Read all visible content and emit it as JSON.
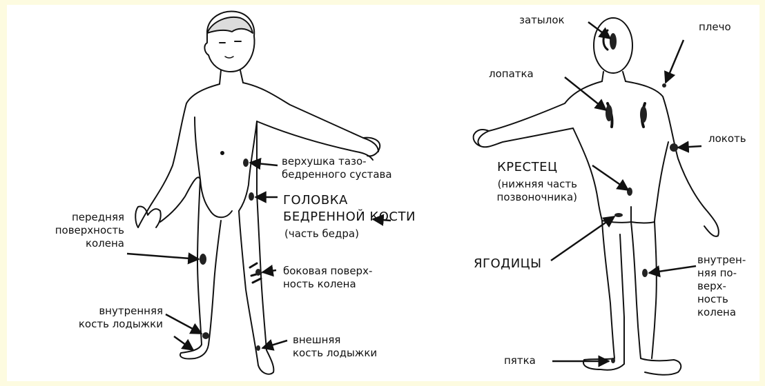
{
  "background_color": "#fdfbe0",
  "front_view": {
    "labels": {
      "hip_joint_top": "верхушка     тазо-\nбедренного сустава",
      "femoral_head_1": "ГОЛОВКА",
      "femoral_head_2": "БЕДРЕННОЙ КОСТИ",
      "femoral_head_note": "(часть бедра)",
      "knee_front": "передняя\nповерхность\nколена",
      "knee_side": "боковая поверх-\nность колена",
      "inner_ankle": "внутренняя\nкость лодыжки",
      "outer_ankle": "внешняя\nкость лодыжки"
    }
  },
  "back_view": {
    "labels": {
      "occiput": "затылок",
      "shoulder": "плечо",
      "shoulder_blade": "лопатка",
      "elbow": "локоть",
      "sacrum_1": "КРЕСТЕЦ",
      "sacrum_2": "(нижняя часть\nпозвоночника)",
      "buttocks": "ЯГОДИЦЫ",
      "knee_inner": "внутрен-\nняя по-\nверх-\nность\nколена",
      "heel": "пятка"
    }
  }
}
